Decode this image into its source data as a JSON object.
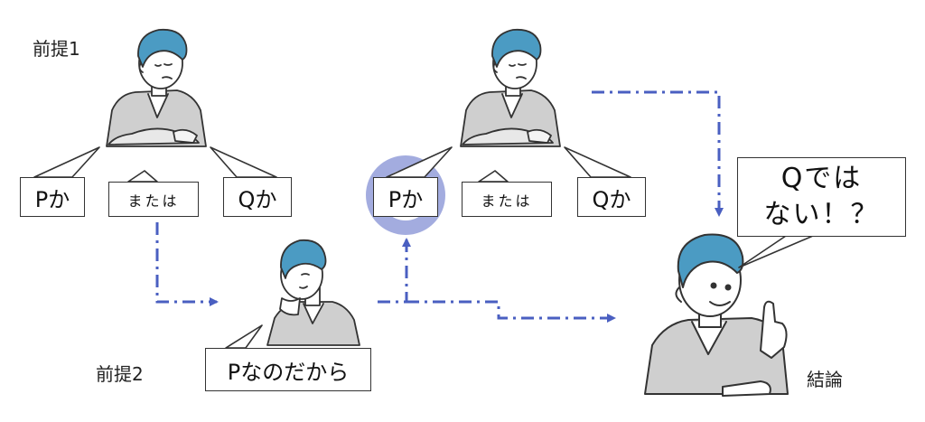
{
  "labels": {
    "premise1": "前提1",
    "premise2": "前提2",
    "conclusion": "結論"
  },
  "left_group": {
    "p_bubble": "Pか",
    "or_bubble": "または",
    "q_bubble": "Qか",
    "p2_bubble": "Pなのだから"
  },
  "right_group": {
    "p_bubble": "Pか",
    "or_bubble": "または",
    "q_bubble": "Qか"
  },
  "conclusion_bubble": {
    "line1": "Qでは",
    "line2": "ない！？"
  },
  "colors": {
    "arrow": "#4a5fc1",
    "highlight": "#a3acdf",
    "hair": "#4b9bc3",
    "sweater": "#cfcfcf",
    "outline": "#333333"
  }
}
